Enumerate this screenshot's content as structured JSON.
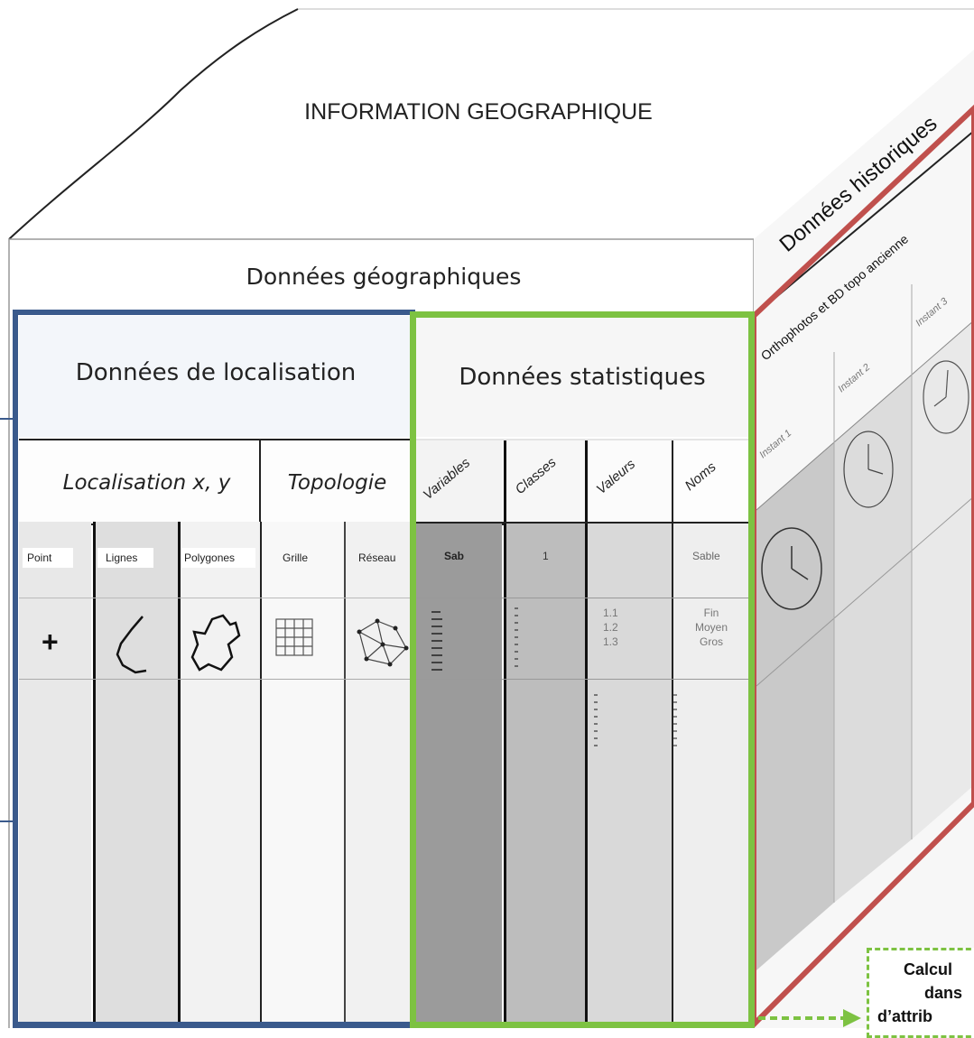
{
  "diagram": {
    "top_title": "INFORMATION GEOGRAPHIQUE",
    "geo_title": "Données géographiques",
    "localisation": {
      "title": "Données de localisation",
      "xy_title": "Localisation x, y",
      "topo_title": "Topologie",
      "columns": [
        "Point",
        "Lignes",
        "Polygones",
        "Grille",
        "Réseau"
      ]
    },
    "statistiques": {
      "title": "Données statistiques",
      "columns": [
        "Variables",
        "Classes",
        "Valeurs",
        "Noms"
      ],
      "row1": {
        "variables": "Sab",
        "classes": "1",
        "noms": "Sable"
      },
      "valeurs_list": [
        "1.1",
        "1.2",
        "1.3"
      ],
      "noms_list": [
        "Fin",
        "Moyen",
        "Gros"
      ]
    },
    "historiques": {
      "title": "Données historiques",
      "subtitle": "Orthophotos et BD topo ancienne",
      "instants": [
        "Instant 1",
        "Instant 2",
        "Instant 3"
      ]
    },
    "callout": {
      "lines": [
        "Calcul",
        "dans",
        "d’attrib"
      ]
    }
  },
  "colors": {
    "blue_frame": "#3a5a8c",
    "green_frame": "#7dc242",
    "red_frame": "#c0504d",
    "callout_border": "#7dc242"
  }
}
